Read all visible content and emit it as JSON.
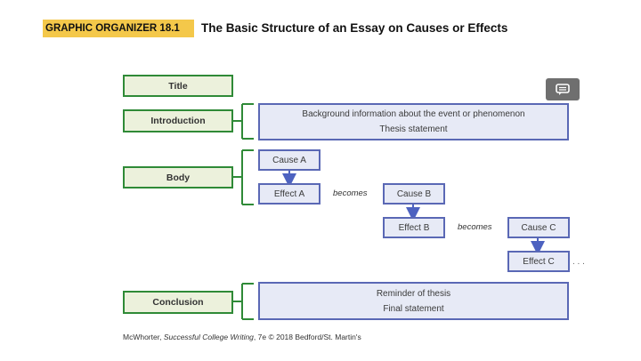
{
  "header": {
    "badge": "GRAPHIC ORGANIZER 18.1",
    "title": "The Basic Structure of an Essay on Causes or Effects"
  },
  "sections": {
    "title": "Title",
    "introduction": "Introduction",
    "body": "Body",
    "conclusion": "Conclusion"
  },
  "intro_box": {
    "line1": "Background information about the event or phenomenon",
    "line2": "Thesis statement"
  },
  "chain": {
    "cause_a": "Cause A",
    "effect_a": "Effect A",
    "becomes_1": "becomes",
    "cause_b": "Cause B",
    "effect_b": "Effect B",
    "becomes_2": "becomes",
    "cause_c": "Cause C",
    "effect_c": "Effect C",
    "ellipsis": ". . ."
  },
  "conclusion_box": {
    "line1": "Reminder of thesis",
    "line2": "Final statement"
  },
  "footer": {
    "prefix": "McWhorter, ",
    "book": "Successful College Writing",
    "suffix": ", 7e © 2018 Bedford/St. Martin's"
  },
  "icons": {
    "comment": "comment-icon"
  },
  "colors": {
    "badge": "#f4c84a",
    "green_border": "#2f8a37",
    "green_fill": "#ecf1dc",
    "blue_border": "#5a68b5",
    "blue_fill": "#e7eaf6"
  }
}
